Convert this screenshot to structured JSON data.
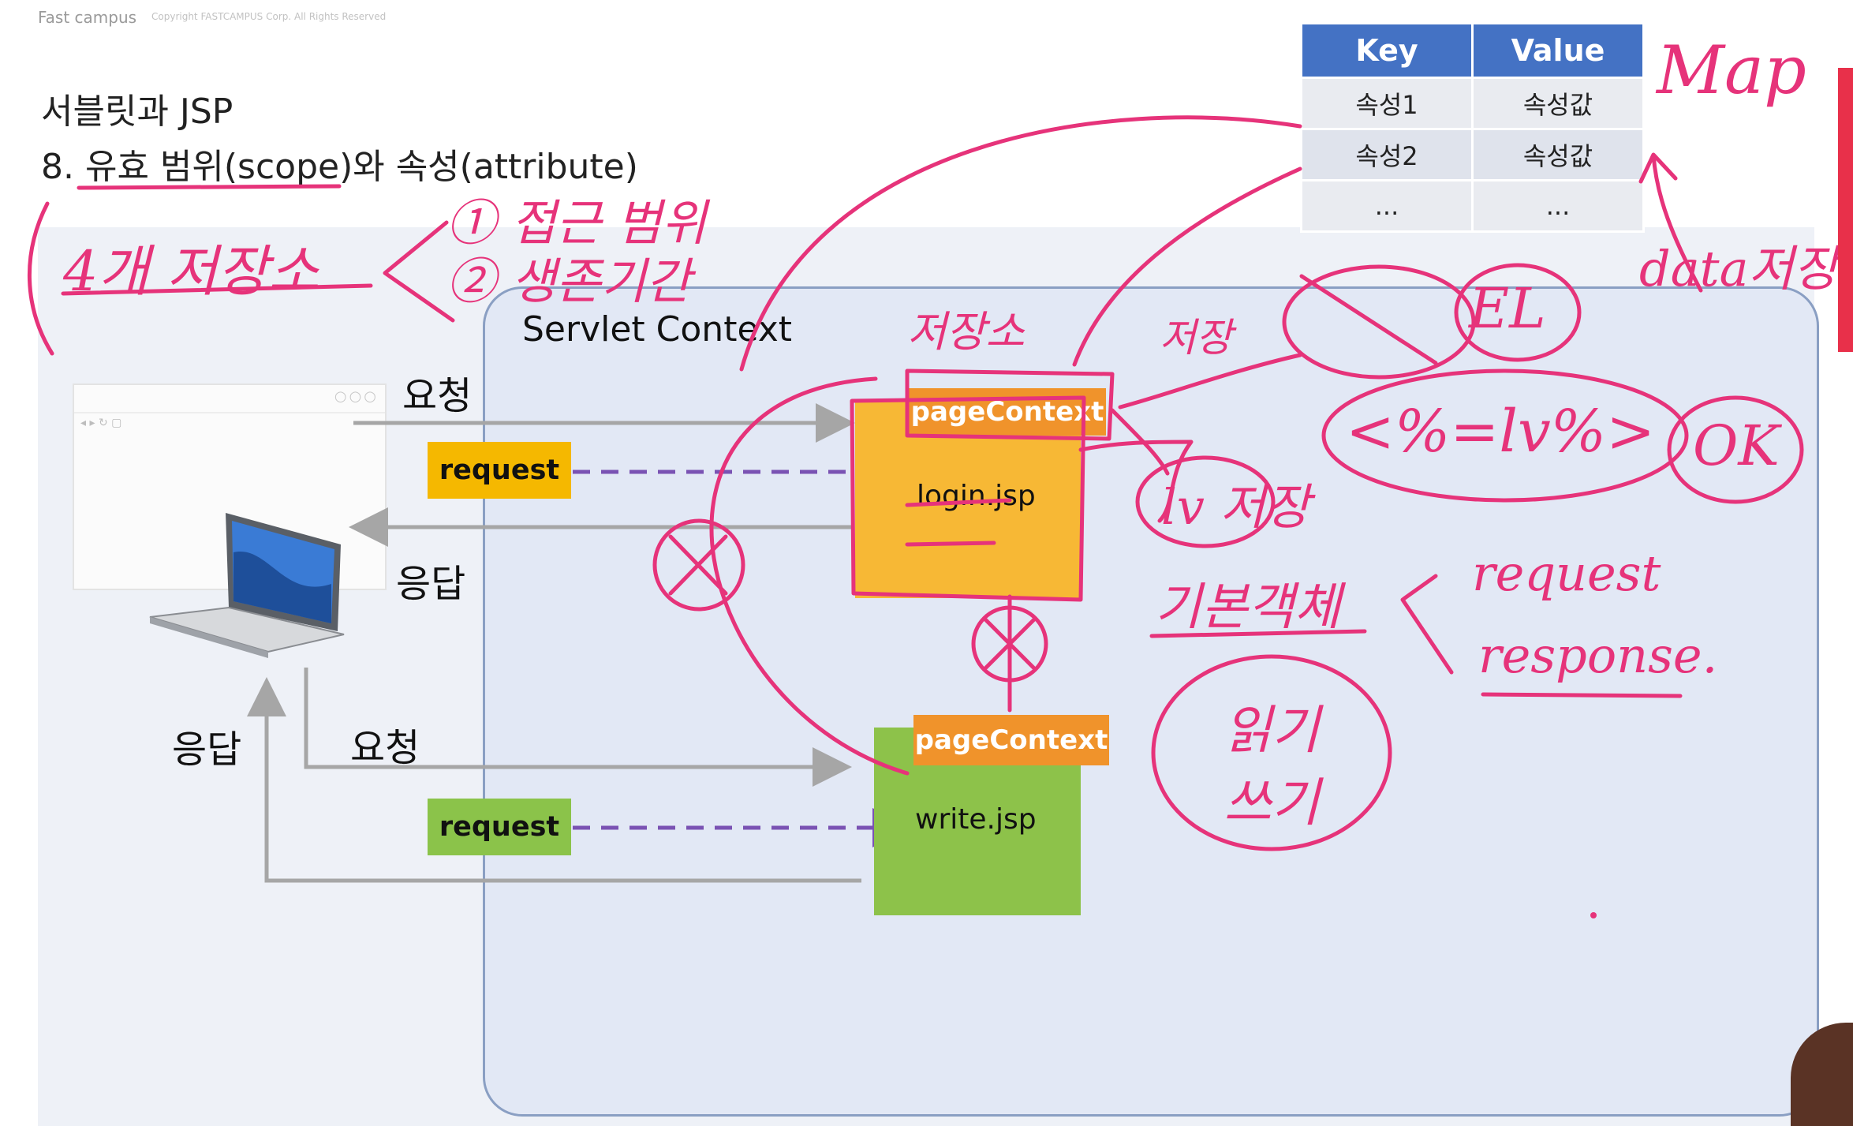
{
  "slide": {
    "brand": "Fast campus",
    "copyright": "Copyright FASTCAMPUS Corp. All Rights Reserved",
    "title_line1": "서블릿과 JSP",
    "title_line2": "8. 유효 범위(scope)와 속성(attribute)",
    "servlet_context_label": "Servlet Context"
  },
  "table": {
    "headers": [
      "Key",
      "Value"
    ],
    "rows": [
      [
        "속성1",
        "속성값"
      ],
      [
        "속성2",
        "속성값"
      ],
      [
        "...",
        "..."
      ]
    ]
  },
  "diagram": {
    "request_label": "request",
    "request_label_2": "request",
    "request_arrow_top": "요청",
    "response_arrow_top": "응답",
    "request_arrow_bottom": "요청",
    "response_arrow_bottom": "응답",
    "page_context_top": "pageContext",
    "page_context_bottom": "pageContext",
    "login_jsp": "login.jsp",
    "write_jsp": "write.jsp"
  },
  "annotations": {
    "map": "Map",
    "data_store": "data저장",
    "four_stores": "4개 저장소",
    "access_scope": "① 접근 범위",
    "lifetime": "② 생존기간",
    "store_word": "저장소",
    "save_word": "저장",
    "el": "EL",
    "expression": "<%=lv%>",
    "ok": "OK",
    "lv_save": "lv 저장",
    "basic_objects": "기본객체",
    "request_word": "request",
    "response_word": "response.",
    "read_write": "읽기 쓰기"
  },
  "colors": {
    "ink": "#e6337a",
    "table_header": "#4472c4",
    "page_context": "#f0932b",
    "login_box": "#f7b835",
    "write_box": "#8dc24a",
    "request_top": "#f5b800",
    "request_bottom": "#8bc34a",
    "servlet_context_bg": "#e2e8f5"
  }
}
